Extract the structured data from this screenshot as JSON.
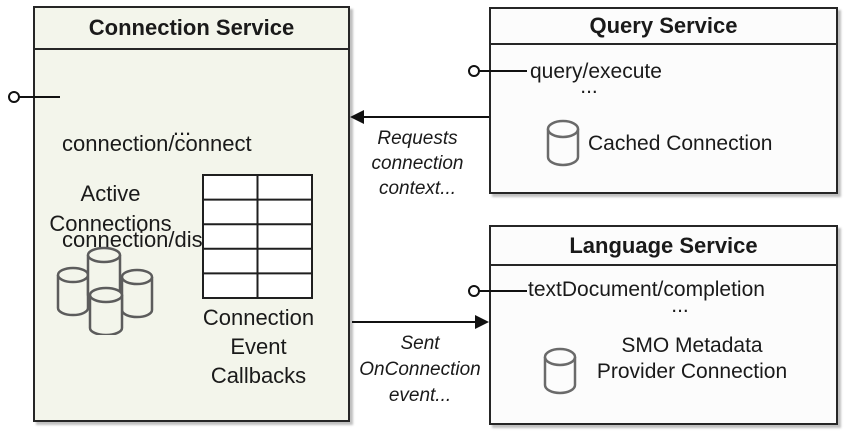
{
  "connection_service": {
    "title": "Connection Service",
    "methods": [
      "connection/connect",
      "connection/disconnect"
    ],
    "ellipsis": "...",
    "active_connections": [
      "Active",
      "Connections"
    ],
    "callbacks": [
      "Connection",
      "Event",
      "Callbacks"
    ]
  },
  "query_service": {
    "title": "Query Service",
    "methods": [
      "query/execute"
    ],
    "ellipsis": "...",
    "cached_connection": "Cached Connection"
  },
  "language_service": {
    "title": "Language Service",
    "methods": [
      "textDocument/completion"
    ],
    "ellipsis": "...",
    "provider": [
      "SMO Metadata",
      "Provider Connection"
    ]
  },
  "arrows": {
    "request_context": [
      "Requests",
      "connection",
      "context..."
    ],
    "on_connection": [
      "Sent",
      "OnConnection",
      "event..."
    ]
  },
  "icons": {
    "database": "database-cylinder-icon",
    "database_cluster": "database-cluster-icon",
    "table_grid": "table-grid-icon",
    "interface_lollipop": "interface-lollipop-icon"
  },
  "colors": {
    "connection_box_bg": "#f3f5eb",
    "service_box_bg": "#fcfcfc",
    "border": "#262626",
    "cylinder_stroke": "#6a6a6a",
    "text": "#1a1a1a"
  }
}
